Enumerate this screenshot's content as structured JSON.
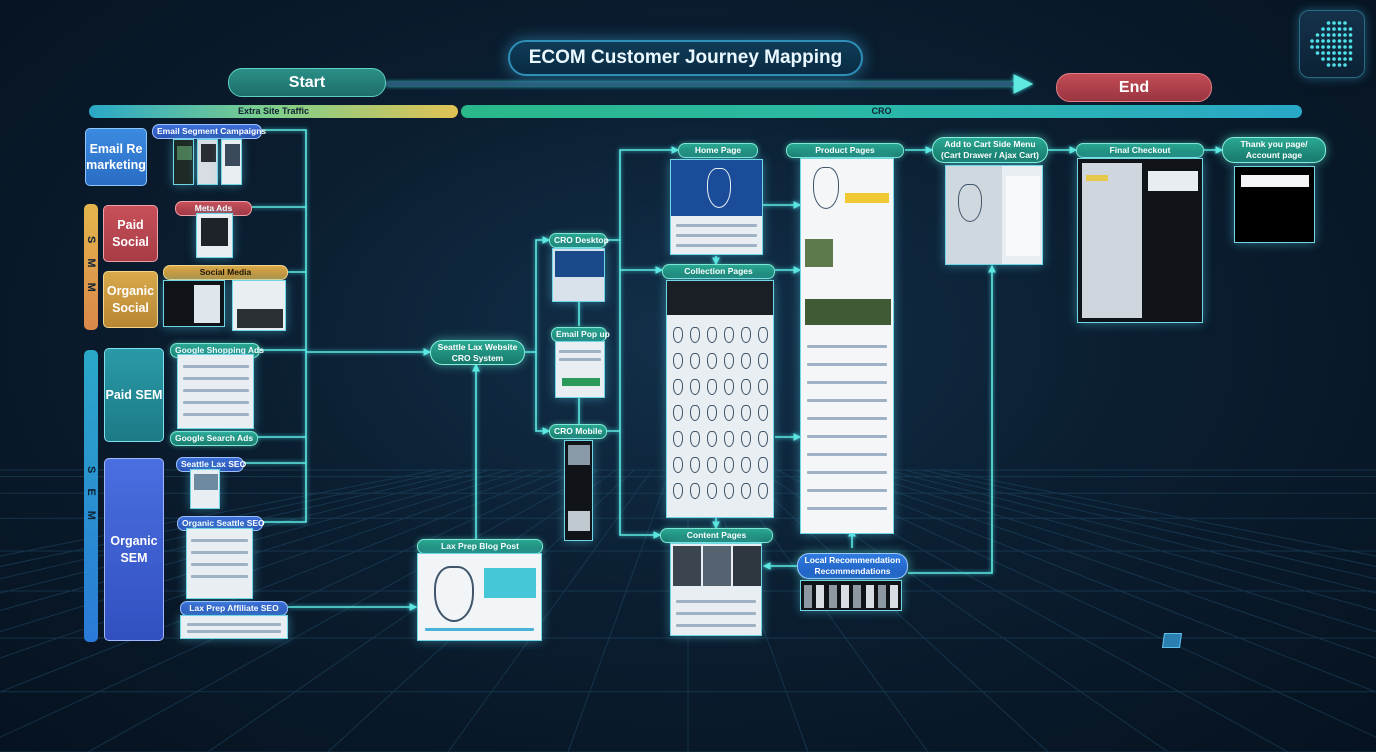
{
  "title": "ECOM Customer Journey Mapping",
  "start_label": "Start",
  "end_label": "End",
  "stages": {
    "left": "Extra Site Traffic",
    "right": "CRO"
  },
  "groups": {
    "smm": "S M M",
    "sem": "S E M"
  },
  "sources": {
    "email": "Email Re marketing",
    "paid_social": "Paid Social",
    "organic_social": "Organic Social",
    "paid_sem": "Paid SEM",
    "organic_sem": "Organic SEM"
  },
  "tags": {
    "email_campaigns": "Email Segment Campaigns",
    "meta_ads": "Meta Ads",
    "social_media": "Social Media",
    "google_shopping": "Google Shopping Ads",
    "google_search": "Google Search Ads",
    "seo": "Seattle Lax SEO",
    "organic_seo": "Organic Seattle SEO",
    "affiliate_seo": "Lax Prep Affiliate SEO",
    "landing_post": "Lax Prep Blog Post"
  },
  "nodes": {
    "website": "Seattle Lax Website\nCRO System",
    "cro_desktop": "CRO Desktop",
    "email_pop": "Email Pop up",
    "cro_mobile": "CRO Mobile",
    "home": "Home Page",
    "category": "Collection Pages",
    "content": "Content Pages",
    "product": "Product Pages",
    "add_cart": "Add to Cart Side Menu\n(Cart Drawer / Ajax Cart)",
    "checkout": "Final Checkout",
    "thank_you": "Thank you page/\nAccount page",
    "recommend": "Local Recommendation\nRecommendations"
  },
  "colors": {
    "teal": "#2aa893",
    "blue": "#3d6fd8",
    "red": "#c8505a",
    "gold": "#d9a94c",
    "line": "#5ee8e0"
  }
}
